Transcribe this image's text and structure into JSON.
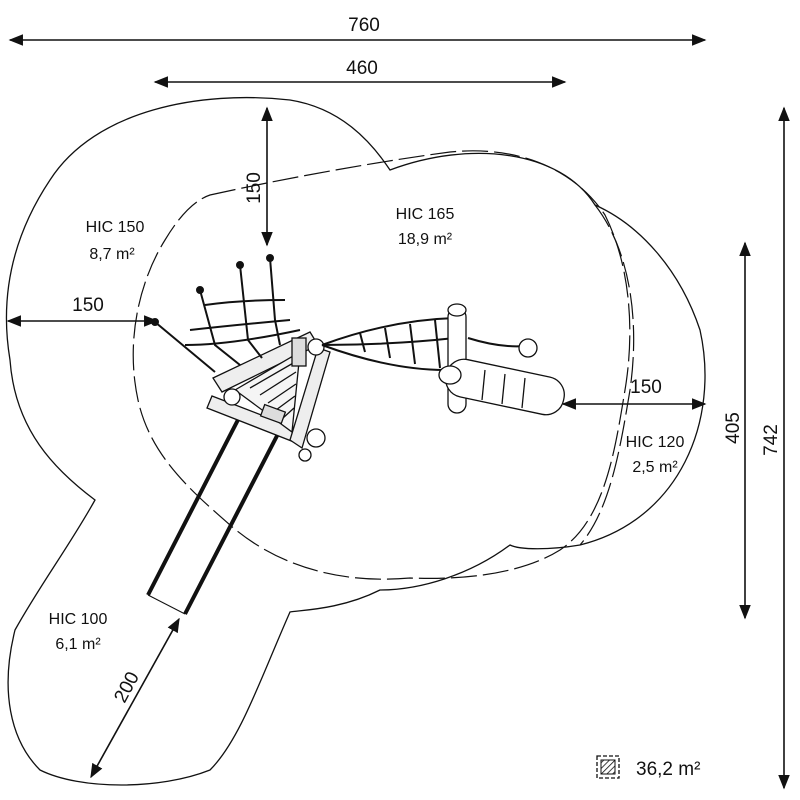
{
  "dimensions": {
    "overall_width": "760",
    "inner_width": "460",
    "right_height_inner": "405",
    "right_height_overall": "742",
    "top_clearance": "150",
    "left_clearance": "150",
    "right_clearance": "150",
    "slide_clearance": "200"
  },
  "zones": [
    {
      "label": "HIC 150",
      "area": "8,7 m²"
    },
    {
      "label": "HIC 165",
      "area": "18,9 m²"
    },
    {
      "label": "HIC 120",
      "area": "2,5 m²"
    },
    {
      "label": "HIC 100",
      "area": "6,1 m²"
    }
  ],
  "legend": {
    "icon": "hatched-square-icon",
    "total_area": "36,2 m²"
  },
  "colors": {
    "line": "#111111",
    "background": "#ffffff"
  }
}
